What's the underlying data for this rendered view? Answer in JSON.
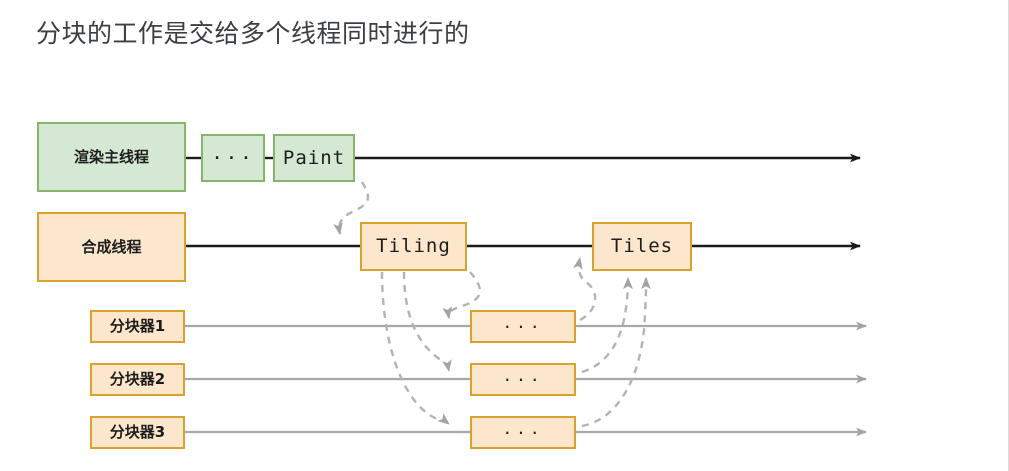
{
  "page": {
    "title": "分块的工作是交给多个线程同时进行的"
  },
  "colors": {
    "green_fill": "#d5e8d4",
    "green_border": "#87b56a",
    "orange_fill": "#fce7cd",
    "orange_border": "#d9a22e",
    "solid_line": "#1a1a1a",
    "gray_line": "#a8a8a8",
    "dashed_line": "#b3b3b3",
    "title_text": "#3a3f44"
  },
  "diagram": {
    "type": "timeline-swimlane",
    "lanes": [
      {
        "id": "main-thread",
        "label": "渲染主线程",
        "style": "green",
        "line_style": "solid-black",
        "nodes": [
          {
            "id": "main-ellipsis",
            "label": "..."
          },
          {
            "id": "paint",
            "label": "Paint"
          }
        ]
      },
      {
        "id": "compositor-thread",
        "label": "合成线程",
        "style": "orange",
        "line_style": "solid-black",
        "nodes": [
          {
            "id": "tiling",
            "label": "Tiling"
          },
          {
            "id": "tiles",
            "label": "Tiles"
          }
        ]
      },
      {
        "id": "tiler-1",
        "label": "分块器1",
        "style": "orange",
        "line_style": "solid-gray",
        "nodes": [
          {
            "id": "tiler1-ellipsis",
            "label": "..."
          }
        ]
      },
      {
        "id": "tiler-2",
        "label": "分块器2",
        "style": "orange",
        "line_style": "solid-gray",
        "nodes": [
          {
            "id": "tiler2-ellipsis",
            "label": "..."
          }
        ]
      },
      {
        "id": "tiler-3",
        "label": "分块器3",
        "style": "orange",
        "line_style": "solid-gray",
        "nodes": [
          {
            "id": "tiler3-ellipsis",
            "label": "..."
          }
        ]
      }
    ],
    "connections": [
      {
        "from": "paint",
        "to": "tiling",
        "style": "dashed-curve"
      },
      {
        "from": "tiling",
        "to": "tiler1-ellipsis",
        "style": "dashed-curve"
      },
      {
        "from": "tiling",
        "to": "tiler2-ellipsis",
        "style": "dashed-curve"
      },
      {
        "from": "tiling",
        "to": "tiler3-ellipsis",
        "style": "dashed-curve"
      },
      {
        "from": "tiler1-ellipsis",
        "to": "tiles",
        "style": "dashed-curve"
      },
      {
        "from": "tiler2-ellipsis",
        "to": "tiles",
        "style": "dashed-curve"
      },
      {
        "from": "tiler3-ellipsis",
        "to": "tiles",
        "style": "dashed-curve"
      }
    ]
  }
}
